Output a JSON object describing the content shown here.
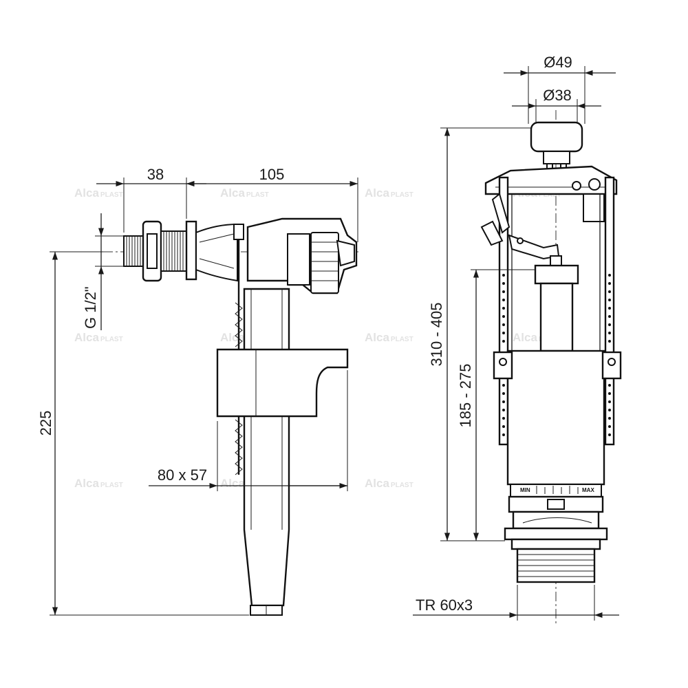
{
  "brand": {
    "watermark_name": "Alca",
    "watermark_suffix": "PLAST"
  },
  "inlet_valve": {
    "dim_nut_width": "38",
    "dim_body_length": "105",
    "dim_thread": "G 1/2\"",
    "dim_total_height": "225",
    "dim_float": "80 x 57"
  },
  "flush_valve": {
    "dim_button_outer": "Ø49",
    "dim_button_inner": "Ø38",
    "dim_total_height": "310 - 405",
    "dim_overflow_height": "185 - 275",
    "dim_thread": "TR 60x3",
    "scale_min": "MIN",
    "scale_max": "MAX"
  }
}
